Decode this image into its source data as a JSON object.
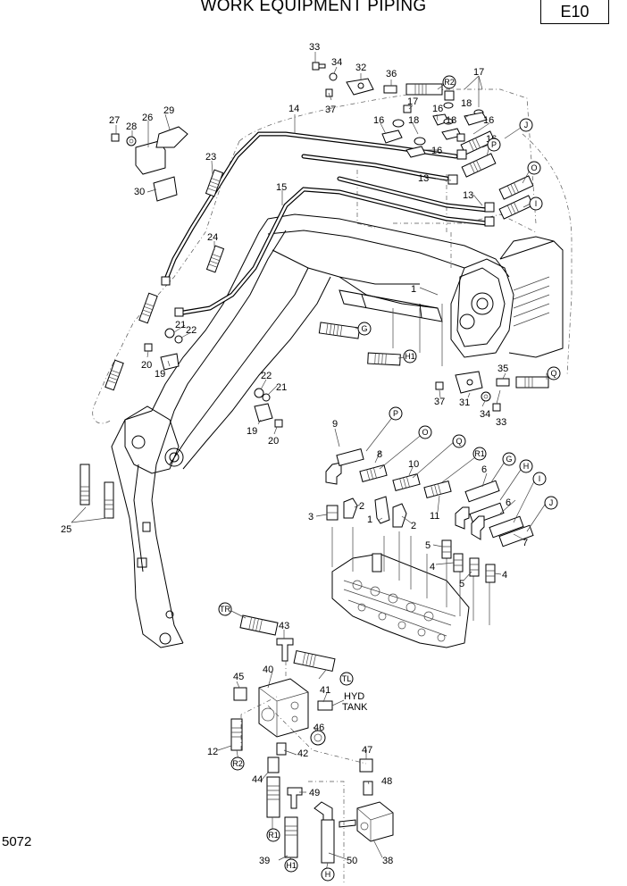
{
  "header": {
    "title": "WORK EQUIPMENT PIPING",
    "code": "E10"
  },
  "footer": {
    "page_number": "5072"
  },
  "callouts": [
    "33",
    "34",
    "32",
    "36",
    "37",
    "17",
    "14",
    "18",
    "16",
    "27",
    "28",
    "26",
    "29",
    "23",
    "30",
    "15",
    "24",
    "13",
    "1",
    "21",
    "22",
    "20",
    "19",
    "9",
    "8",
    "10",
    "11",
    "6",
    "3",
    "2",
    "5",
    "4",
    "7",
    "25",
    "35",
    "31",
    "43",
    "45",
    "40",
    "41",
    "12",
    "42",
    "44",
    "46",
    "47",
    "48",
    "49",
    "39",
    "50",
    "38"
  ],
  "connection_refs": [
    "R2",
    "J",
    "P",
    "O",
    "I",
    "G",
    "H1",
    "Q",
    "R1",
    "H",
    "TR",
    "TL"
  ],
  "tank_label_line1": "HYD",
  "tank_label_line2": "TANK"
}
